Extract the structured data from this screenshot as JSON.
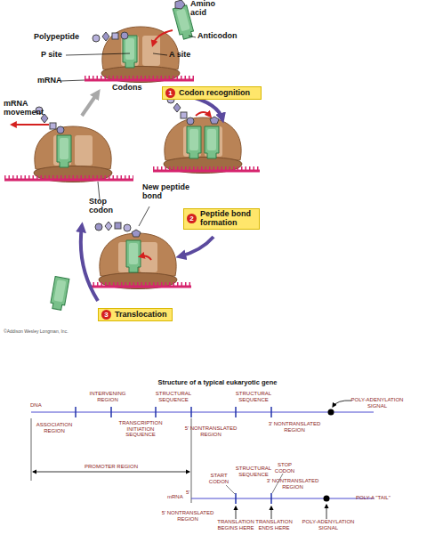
{
  "diagram": {
    "title": "Structure of a typical eukaryotic gene",
    "nodes": [
      {
        "text": [
          "1",
          "Codon recognition"
        ]
      },
      {
        "text": [
          "2",
          "Peptide bond formation"
        ]
      },
      {
        "text": [
          "3",
          "Translocation"
        ]
      }
    ],
    "labels": [
      "Amino acid",
      "Polypeptide",
      "Anticodon",
      "P site",
      "A site",
      "mRNA",
      "Codons",
      "mRNA movement",
      "Stop codon",
      "New peptide bond",
      "©Addison Wesley Longman, Inc.",
      "DNA",
      "INTERVENING REGION",
      "STRUCTURAL SEQUENCE",
      "STRUCTURAL SEQUENCE",
      "POLY-ADENYLATION SIGNAL",
      "ASSOCIATION REGION",
      "TRANSCRIPTION INITIATION SEQUENCE",
      "5' NONTRANSLATED REGION",
      "3' NONTRANSLATED REGION",
      "PROMOTER REGION",
      "mRNA",
      "5'",
      "START CODON",
      "STRUCTURAL SEQUENCE",
      "STOP CODON",
      "3' NONTRANSLATED REGION",
      "POLY-A \"TAIL\"",
      "5' NONTRANSLATED REGION",
      "TRANSLATION BEGINS HERE",
      "TRANSLATION ENDS HERE",
      "POLY-ADENYLATION SIGNAL"
    ]
  }
}
